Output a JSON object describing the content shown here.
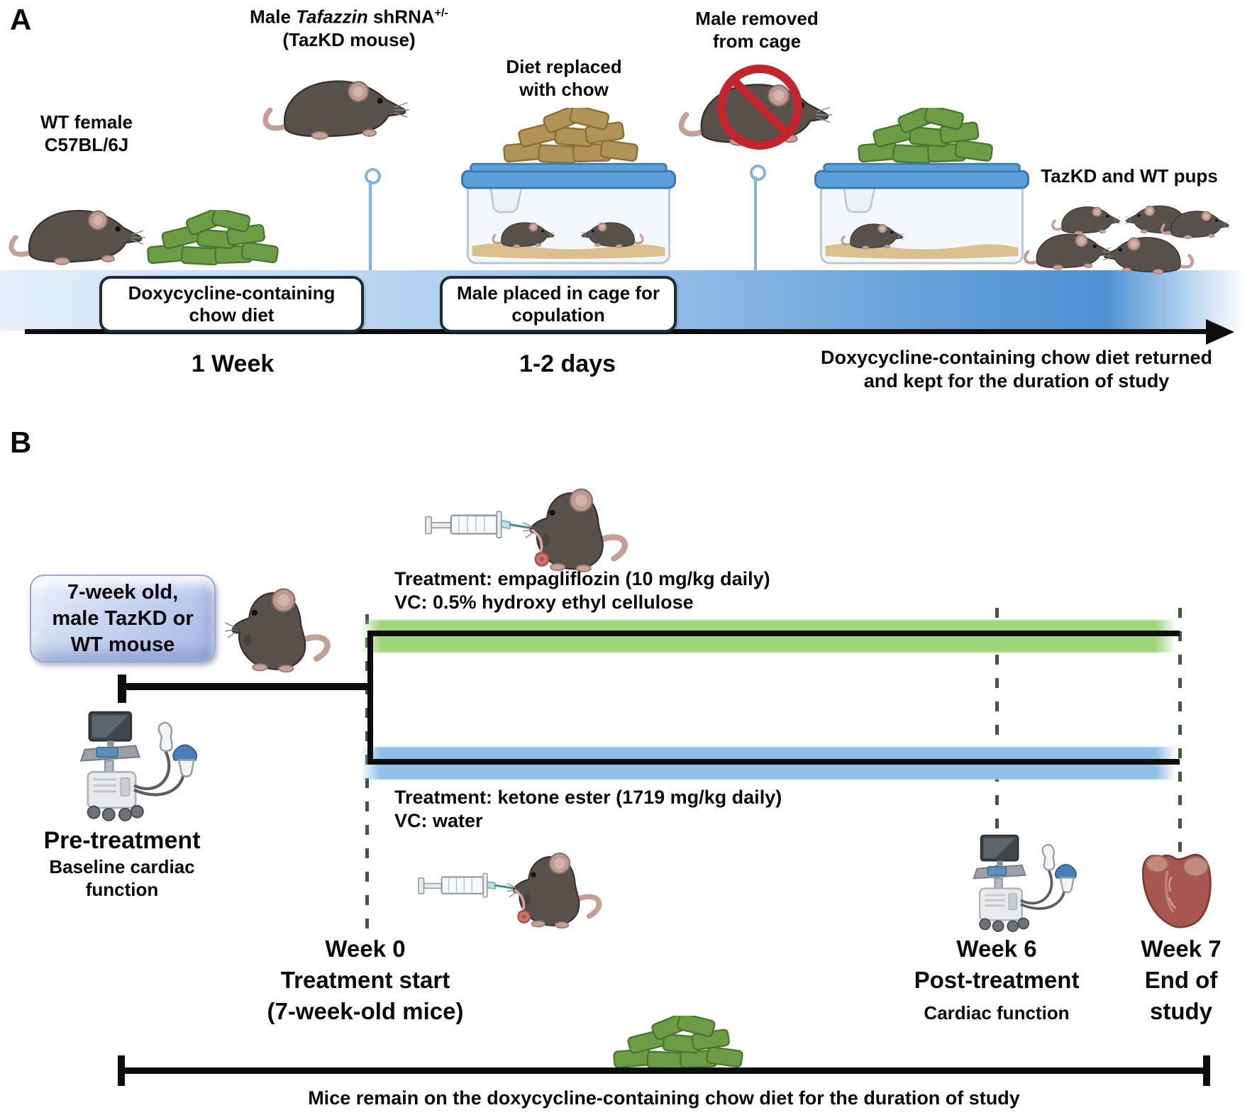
{
  "panel_a": {
    "label": "A",
    "wt_female": {
      "line1": "WT female",
      "line2": "C57BL/6J"
    },
    "male_tazkd": {
      "pre": "Male ",
      "gene": "Tafazzin",
      "post": " shRNA",
      "sup": "+/-",
      "line2": "(TazKD mouse)"
    },
    "diet_replaced": {
      "line1": "Diet replaced",
      "line2": "with chow"
    },
    "male_removed": {
      "line1": "Male removed",
      "line2": "from cage"
    },
    "pups_label": "TazKD and WT pups",
    "callout1": {
      "line1": "Doxycycline-containing",
      "line2": "chow diet"
    },
    "callout2": {
      "line1": "Male placed in cage for",
      "line2": "copulation"
    },
    "duration1": "1 Week",
    "duration2": "1-2 days",
    "duration3": {
      "line1": "Doxycycline-containing chow diet returned",
      "line2": "and kept for the duration of study"
    }
  },
  "panel_b": {
    "label": "B",
    "subject_box": {
      "line1": "7-week old,",
      "line2": "male TazKD or",
      "line3": "WT mouse"
    },
    "treatment_top": {
      "line1": "Treatment: empagliflozin (10 mg/kg daily)",
      "line2": "VC: 0.5% hydroxy ethyl cellulose"
    },
    "treatment_bottom": {
      "line1": "Treatment: ketone ester (1719 mg/kg daily)",
      "line2": "VC: water"
    },
    "pretreatment": {
      "title": "Pre-treatment",
      "sub1": "Baseline cardiac",
      "sub2": "function"
    },
    "week0": {
      "line1": "Week 0",
      "line2": "Treatment start",
      "line3": "(7-week-old mice)"
    },
    "week6": {
      "line1": "Week 6",
      "line2": "Post-treatment",
      "line3": "Cardiac function"
    },
    "week7": {
      "line1": "Week 7",
      "line2": "End of",
      "line3": "study"
    },
    "bottom_note": "Mice remain on the doxycycline-containing chow diet for the duration of study"
  },
  "colors": {
    "band_blue": "#4d92d4",
    "bar_green": "#a0d57c",
    "bar_blue": "#8fc0e8",
    "dash_green": "#3f5a3c",
    "prohibition_red": "#c2262c",
    "chow_green": "#6d9c47",
    "chow_green_dark": "#4c7630",
    "chow_brown": "#b29357",
    "chow_brown_dark": "#8a6f3a",
    "cage_lid_blue": "#5b9fd8",
    "heart_red": "#a7574f",
    "subject_box_blue": "#b4c2e9"
  }
}
